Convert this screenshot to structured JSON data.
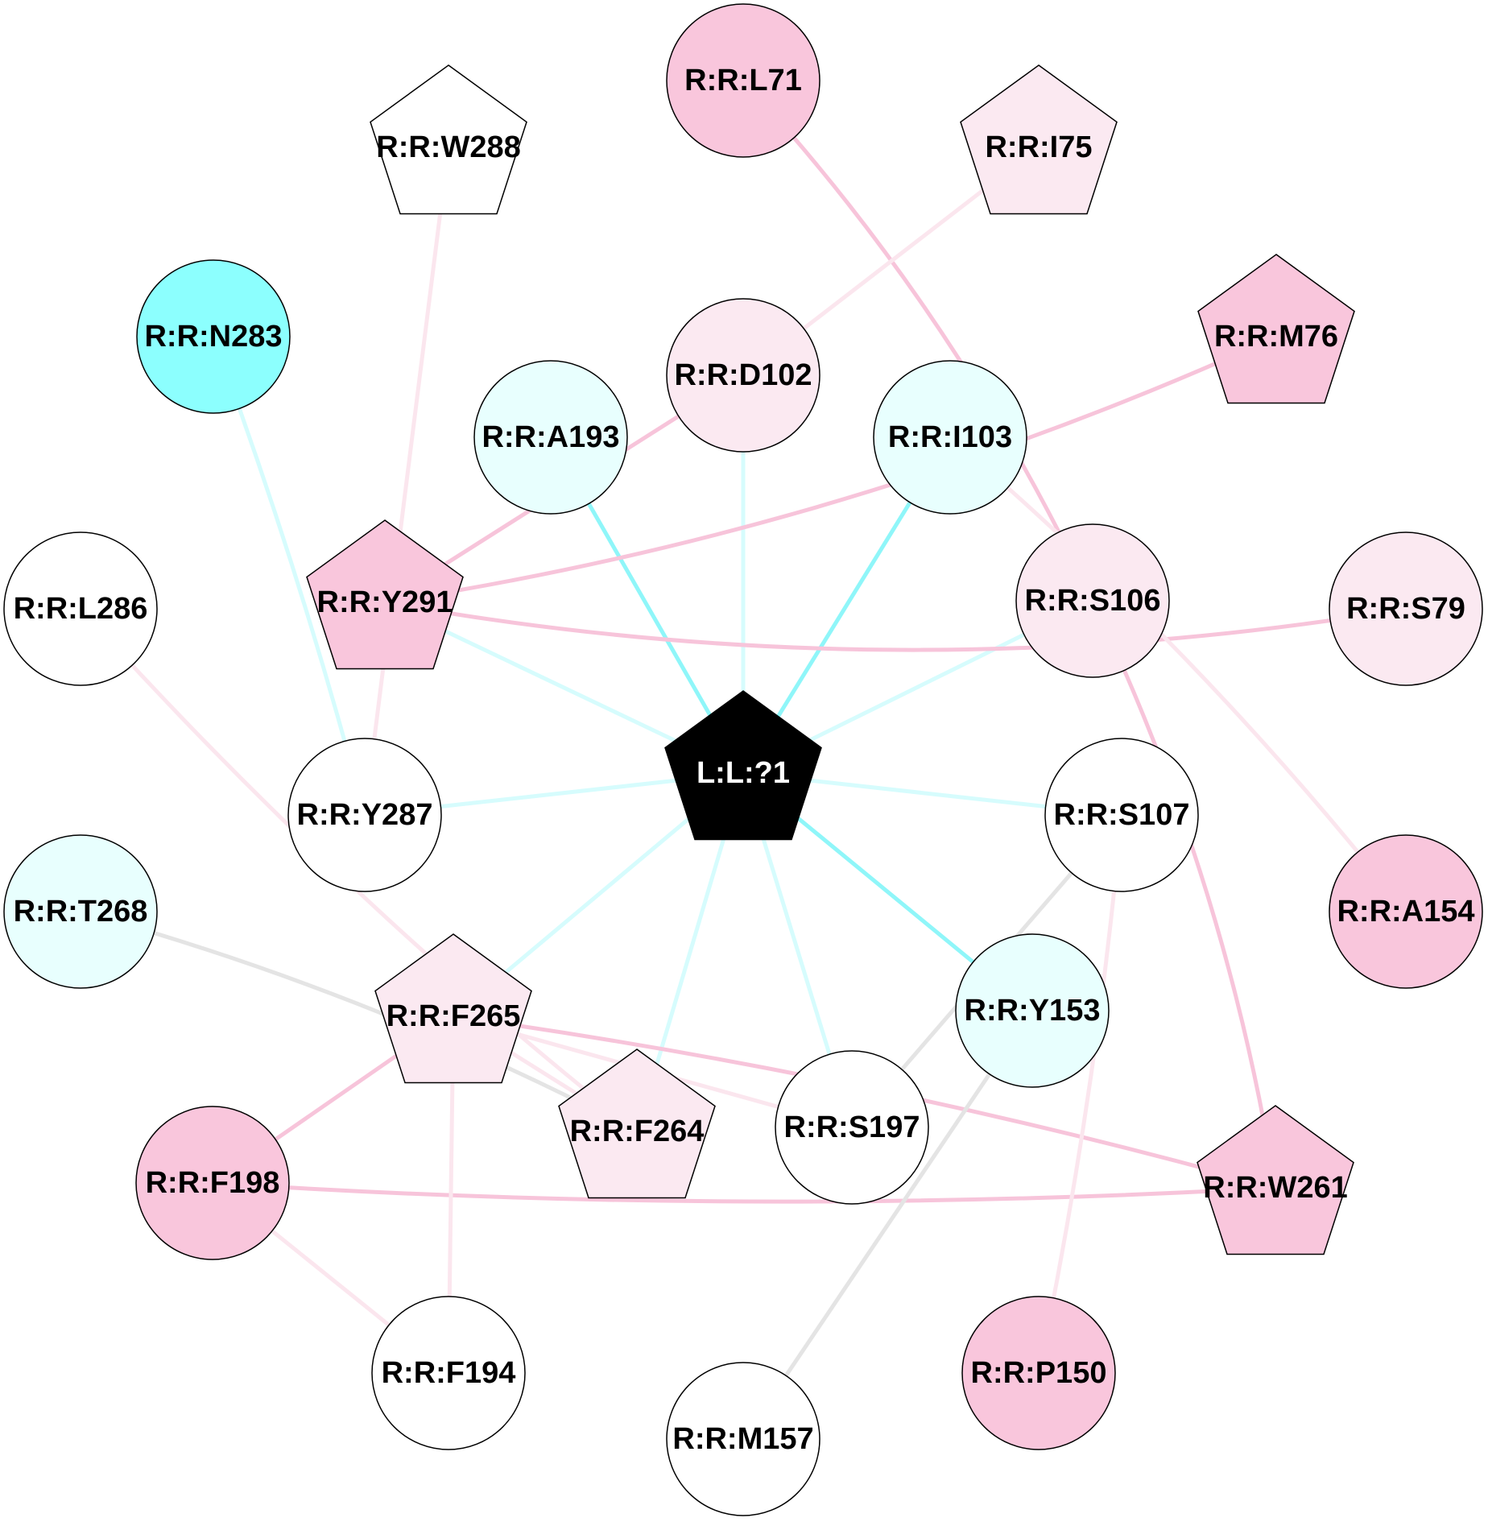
{
  "colors": {
    "magenta": "#f9c6dc",
    "light_pink": "#fbe9f1",
    "cyan": "#8cfffe",
    "light_cyan": "#e8fffe",
    "white": "#ffffff",
    "ligand": "#000000",
    "edge_cyan": "#8ff6f9",
    "edge_light_cyan": "#d6fcfd",
    "edge_magenta": "#f7c4da",
    "edge_light_pink": "#fbe6ee",
    "edge_gray": "#e4e4e4"
  },
  "nodes": [
    {
      "id": "L:L:?1",
      "label": "L:L:?1",
      "shape": "pentagon",
      "fill": "ligand",
      "text_color": "#ffffff"
    },
    {
      "id": "R:R:L71",
      "label": "R:R:L71",
      "shape": "circle",
      "fill": "magenta"
    },
    {
      "id": "R:R:W288",
      "label": "R:R:W288",
      "shape": "pentagon",
      "fill": "white"
    },
    {
      "id": "R:R:I75",
      "label": "R:R:I75",
      "shape": "pentagon",
      "fill": "light_pink"
    },
    {
      "id": "R:R:N283",
      "label": "R:R:N283",
      "shape": "circle",
      "fill": "cyan"
    },
    {
      "id": "R:R:M76",
      "label": "R:R:M76",
      "shape": "pentagon",
      "fill": "magenta"
    },
    {
      "id": "R:R:D102",
      "label": "R:R:D102",
      "shape": "circle",
      "fill": "light_pink"
    },
    {
      "id": "R:R:A193",
      "label": "R:R:A193",
      "shape": "circle",
      "fill": "light_cyan"
    },
    {
      "id": "R:R:I103",
      "label": "R:R:I103",
      "shape": "circle",
      "fill": "light_cyan"
    },
    {
      "id": "R:R:L286",
      "label": "R:R:L286",
      "shape": "circle",
      "fill": "white"
    },
    {
      "id": "R:R:Y291",
      "label": "R:R:Y291",
      "shape": "pentagon",
      "fill": "magenta"
    },
    {
      "id": "R:R:S106",
      "label": "R:R:S106",
      "shape": "circle",
      "fill": "light_pink"
    },
    {
      "id": "R:R:S79",
      "label": "R:R:S79",
      "shape": "circle",
      "fill": "light_pink"
    },
    {
      "id": "R:R:Y287",
      "label": "R:R:Y287",
      "shape": "circle",
      "fill": "white"
    },
    {
      "id": "R:R:S107",
      "label": "R:R:S107",
      "shape": "circle",
      "fill": "white"
    },
    {
      "id": "R:R:T268",
      "label": "R:R:T268",
      "shape": "circle",
      "fill": "light_cyan"
    },
    {
      "id": "R:R:A154",
      "label": "R:R:A154",
      "shape": "circle",
      "fill": "magenta"
    },
    {
      "id": "R:R:F265",
      "label": "R:R:F265",
      "shape": "pentagon",
      "fill": "light_pink"
    },
    {
      "id": "R:R:Y153",
      "label": "R:R:Y153",
      "shape": "circle",
      "fill": "light_cyan"
    },
    {
      "id": "R:R:F264",
      "label": "R:R:F264",
      "shape": "pentagon",
      "fill": "light_pink"
    },
    {
      "id": "R:R:S197",
      "label": "R:R:S197",
      "shape": "circle",
      "fill": "white"
    },
    {
      "id": "R:R:F198",
      "label": "R:R:F198",
      "shape": "circle",
      "fill": "magenta"
    },
    {
      "id": "R:R:W261",
      "label": "R:R:W261",
      "shape": "pentagon",
      "fill": "magenta"
    },
    {
      "id": "R:R:F194",
      "label": "R:R:F194",
      "shape": "circle",
      "fill": "white"
    },
    {
      "id": "R:R:P150",
      "label": "R:R:P150",
      "shape": "circle",
      "fill": "magenta"
    },
    {
      "id": "R:R:M157",
      "label": "R:R:M157",
      "shape": "circle",
      "fill": "white"
    }
  ],
  "edges": [
    {
      "source": "L:L:?1",
      "target": "R:R:A193",
      "color": "edge_cyan"
    },
    {
      "source": "L:L:?1",
      "target": "R:R:I103",
      "color": "edge_cyan"
    },
    {
      "source": "L:L:?1",
      "target": "R:R:Y153",
      "color": "edge_cyan"
    },
    {
      "source": "L:L:?1",
      "target": "R:R:D102",
      "color": "edge_light_cyan"
    },
    {
      "source": "L:L:?1",
      "target": "R:R:Y291",
      "color": "edge_light_cyan"
    },
    {
      "source": "L:L:?1",
      "target": "R:R:S106",
      "color": "edge_light_cyan"
    },
    {
      "source": "L:L:?1",
      "target": "R:R:Y287",
      "color": "edge_light_cyan"
    },
    {
      "source": "L:L:?1",
      "target": "R:R:S107",
      "color": "edge_light_cyan"
    },
    {
      "source": "L:L:?1",
      "target": "R:R:F265",
      "color": "edge_light_cyan"
    },
    {
      "source": "L:L:?1",
      "target": "R:R:F264",
      "color": "edge_light_cyan"
    },
    {
      "source": "L:L:?1",
      "target": "R:R:S197",
      "color": "edge_light_cyan"
    },
    {
      "source": "R:R:N283",
      "target": "R:R:Y287",
      "color": "edge_light_cyan"
    },
    {
      "source": "R:R:L71",
      "target": "R:R:S106",
      "color": "edge_magenta"
    },
    {
      "source": "R:R:Y291",
      "target": "R:R:D102",
      "color": "edge_magenta"
    },
    {
      "source": "R:R:Y291",
      "target": "R:R:M76",
      "color": "edge_magenta"
    },
    {
      "source": "R:R:Y291",
      "target": "R:R:S79",
      "color": "edge_magenta"
    },
    {
      "source": "R:R:S106",
      "target": "R:R:W261",
      "color": "edge_magenta"
    },
    {
      "source": "R:R:F265",
      "target": "R:R:W261",
      "color": "edge_magenta"
    },
    {
      "source": "R:R:F265",
      "target": "R:R:F198",
      "color": "edge_magenta"
    },
    {
      "source": "R:R:F198",
      "target": "R:R:W261",
      "color": "edge_magenta"
    },
    {
      "source": "R:R:I75",
      "target": "R:R:D102",
      "color": "edge_light_pink"
    },
    {
      "source": "R:R:W288",
      "target": "R:R:Y287",
      "color": "edge_light_pink"
    },
    {
      "source": "R:R:I103",
      "target": "R:R:A154",
      "color": "edge_light_pink"
    },
    {
      "source": "R:R:L286",
      "target": "R:R:F264",
      "color": "edge_light_pink"
    },
    {
      "source": "R:R:F265",
      "target": "R:R:F264",
      "color": "edge_light_pink"
    },
    {
      "source": "R:R:F265",
      "target": "R:R:S197",
      "color": "edge_light_pink"
    },
    {
      "source": "R:R:F265",
      "target": "R:R:F194",
      "color": "edge_light_pink"
    },
    {
      "source": "R:R:F198",
      "target": "R:R:F194",
      "color": "edge_light_pink"
    },
    {
      "source": "R:R:S107",
      "target": "R:R:P150",
      "color": "edge_light_pink"
    },
    {
      "source": "R:R:T268",
      "target": "R:R:F264",
      "color": "edge_gray"
    },
    {
      "source": "R:R:S107",
      "target": "R:R:S197",
      "color": "edge_gray"
    },
    {
      "source": "R:R:Y153",
      "target": "R:R:M157",
      "color": "edge_gray"
    }
  ]
}
